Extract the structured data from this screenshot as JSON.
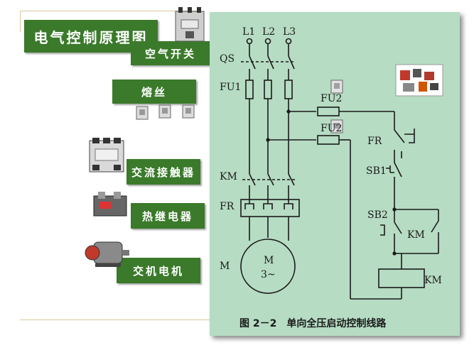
{
  "title": "电气控制原理图",
  "labels": {
    "air_switch": "空气开关",
    "fuse": "熔丝",
    "contactor": "交流接触器",
    "thermal_relay": "热继电器",
    "motor": "交机电机"
  },
  "diagram": {
    "phases": [
      "L1",
      "L2",
      "L3"
    ],
    "qs": "QS",
    "fu1": "FU1",
    "fu2": "FU2",
    "fu2b": "FU2",
    "km_main": "KM",
    "fr_main": "FR",
    "motor_letter": "M",
    "motor_m": "M",
    "motor_type": "3~",
    "fr_ctrl": "FR",
    "sb1": "SB1",
    "sb2": "SB2",
    "km_aux": "KM",
    "km_coil": "KM",
    "caption": "图 2－2　单向全压启动控制线路"
  },
  "colors": {
    "label_green": "#3a7a2a",
    "panel_green": "#b6dcc3",
    "ink": "#1a1a1a"
  }
}
